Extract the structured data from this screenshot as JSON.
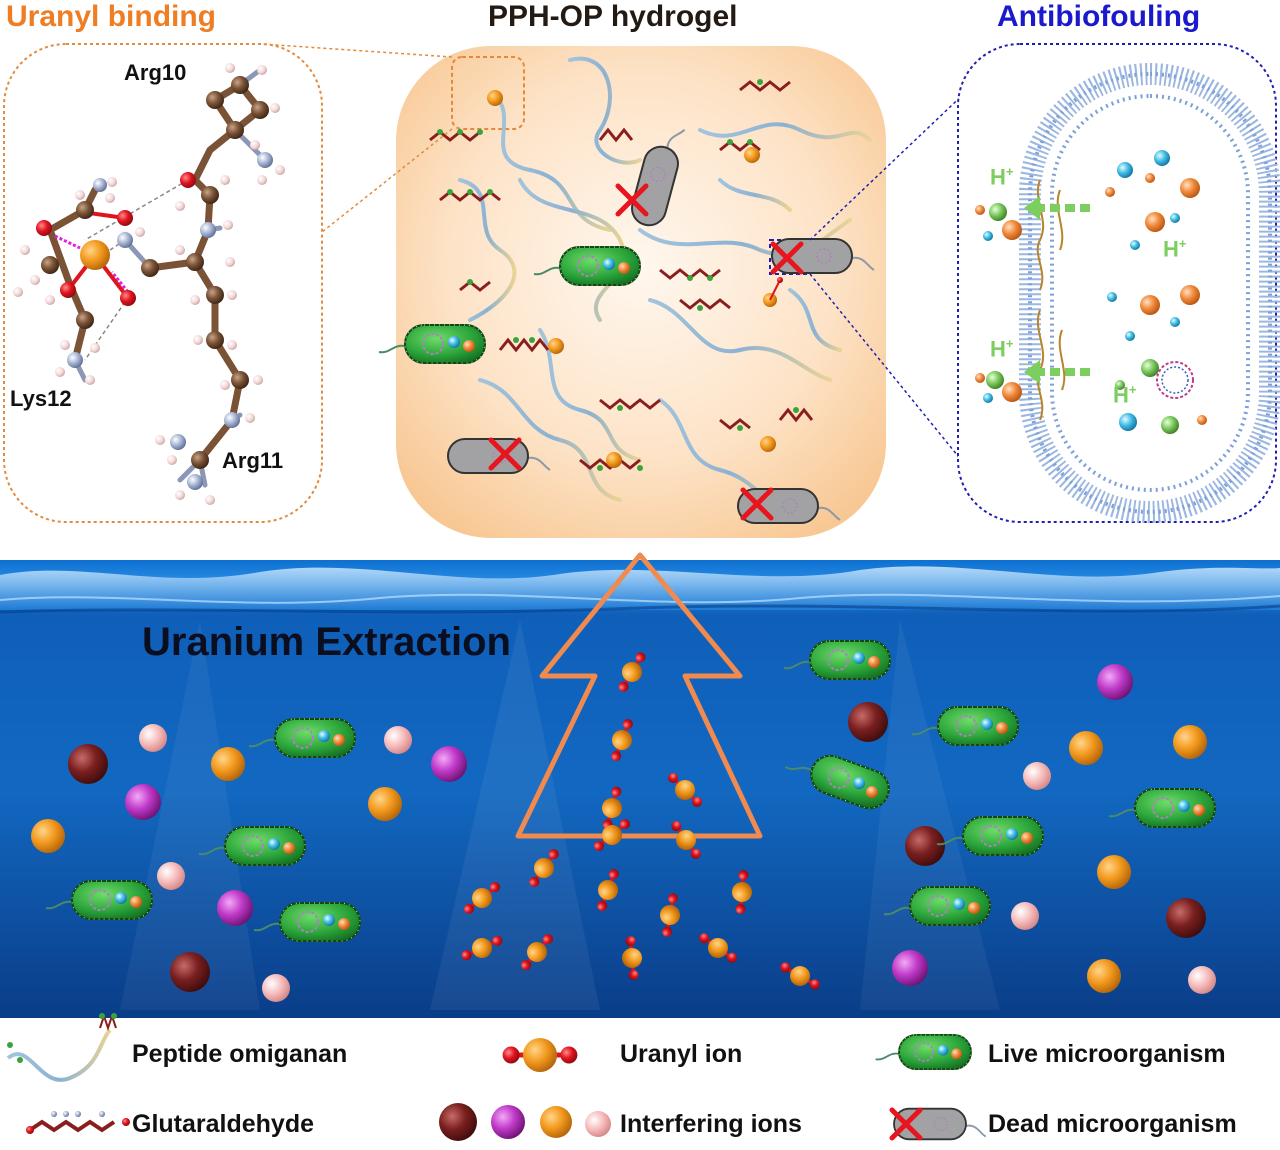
{
  "panels": {
    "left_title": "Uranyl binding",
    "center_title": "PPH-OP hydrogel",
    "right_title": "Antibiofouling"
  },
  "residues": [
    "Arg10",
    "Lys12",
    "Arg11"
  ],
  "protons": {
    "symbol": "H",
    "charge": "+"
  },
  "main_label": "Uranium Extraction",
  "legend": {
    "peptide": "Peptide omiganan",
    "glutaraldehyde": "Glutaraldehyde",
    "uranyl": "Uranyl ion",
    "interfering": "Interfering ions",
    "live": "Live microorganism",
    "dead": "Dead microorganism"
  },
  "colors": {
    "orange_accent": "#ee7d23",
    "blue_accent": "#1a1acc",
    "uranium_orange": "#f39a1e",
    "oxygen_red": "#e0141e",
    "maroon_ion": "#7a1f1f",
    "magenta_ion": "#c03ac9",
    "pink_ion": "#f5b9b9",
    "bacteria_green": "#2aa43a",
    "dead_gray": "#9a9a9a"
  }
}
